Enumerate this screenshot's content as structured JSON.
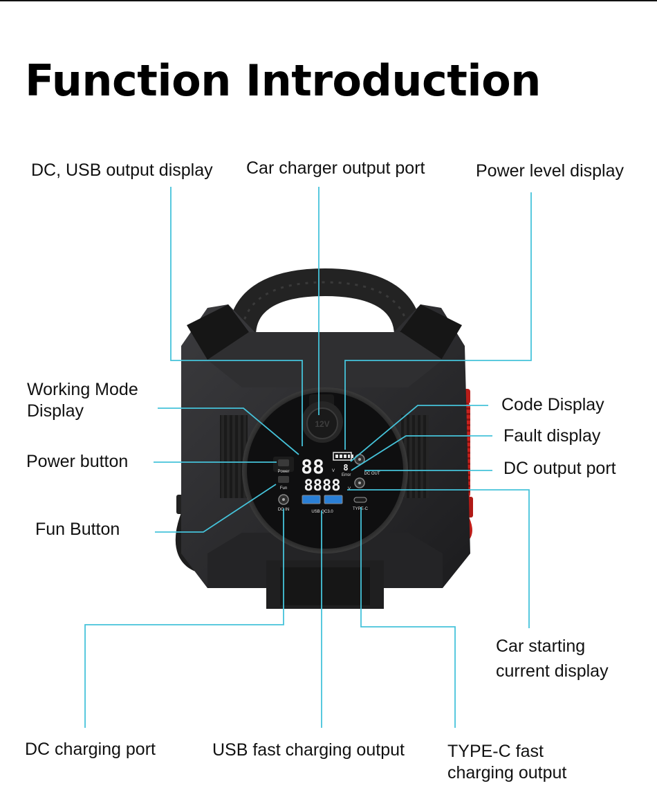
{
  "title": "Function Introduction",
  "labels": {
    "dc_usb_output_display": "DC, USB output display",
    "car_charger_output_port": "Car charger output port",
    "power_level_display": "Power level display",
    "working_mode_display": [
      "Working Mode",
      "Display"
    ],
    "power_button": "Power button",
    "fun_button": "Fun Button",
    "code_display": "Code Display",
    "fault_display": "Fault display",
    "dc_output_port": "DC output port",
    "car_starting_current_display": [
      "Car starting",
      "current display"
    ],
    "dc_charging_port": "DC charging port",
    "usb_fast_charging_output": "USB fast charging output",
    "typec_fast_charging_output": [
      "TYPE-C fast",
      "charging output"
    ]
  },
  "device_markings": {
    "power": "Power",
    "fun": "Fun",
    "dc_in": "DC IN",
    "usb_qc": "USB QC3.0",
    "type_c": "TYPE-C",
    "dc_out": "DC OUT",
    "error": "Error",
    "v": "V",
    "socket_12v": "12V",
    "lcd_top": "88",
    "lcd_bottom": "8888",
    "lcd_code": "8"
  },
  "colors": {
    "leader_line": "#45c3da",
    "device_body": "#2a2a2c",
    "clamp_red": "#c8221e",
    "usb_blue": "#2a7fd6"
  }
}
